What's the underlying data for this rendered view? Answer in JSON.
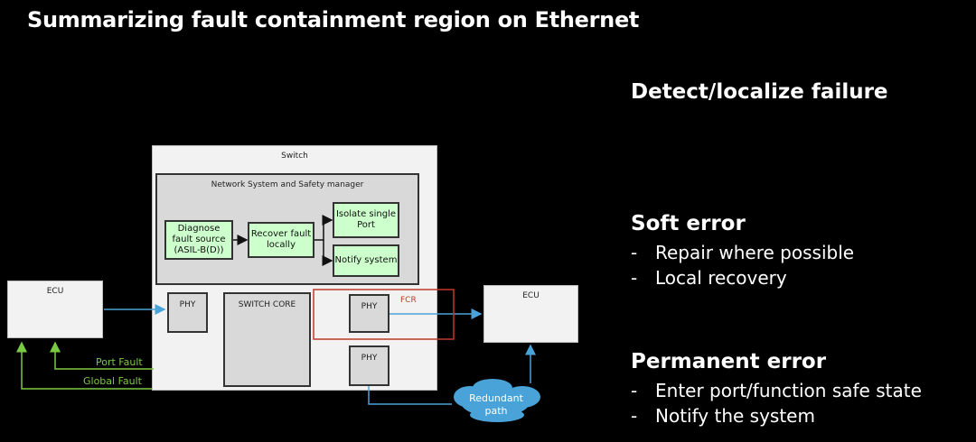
{
  "title": "Summarizing fault containment region on Ethernet",
  "diagram": {
    "switch_label": "Switch",
    "manager_label": "Network System and Safety manager",
    "diagnose_label": "Diagnose fault source (ASIL-B(D))",
    "recover_label": "Recover fault locally",
    "isolate_label": "Isolate single Port",
    "notify_label": "Notify system",
    "phy_label": "PHY",
    "switch_core_label": "SWITCH CORE",
    "fcr_label": "FCR",
    "ecu_left_label": "ECU",
    "ecu_right_label": "ECU",
    "port_fault_label": "Port Fault",
    "global_fault_label": "Global Fault",
    "redundant_path_label": "Redundant path",
    "colors": {
      "fault_green": "#7ac943",
      "link_blue": "#4aa3d8",
      "fcr_red": "#c0392b",
      "node_green": "#ccffcc"
    }
  },
  "right_panel": {
    "heading1": "Detect/localize failure",
    "soft_error": {
      "heading": "Soft error",
      "items": [
        "Repair where possible",
        "Local recovery"
      ]
    },
    "permanent_error": {
      "heading": "Permanent error",
      "items": [
        "Enter port/function safe state",
        "Notify the system"
      ]
    }
  }
}
